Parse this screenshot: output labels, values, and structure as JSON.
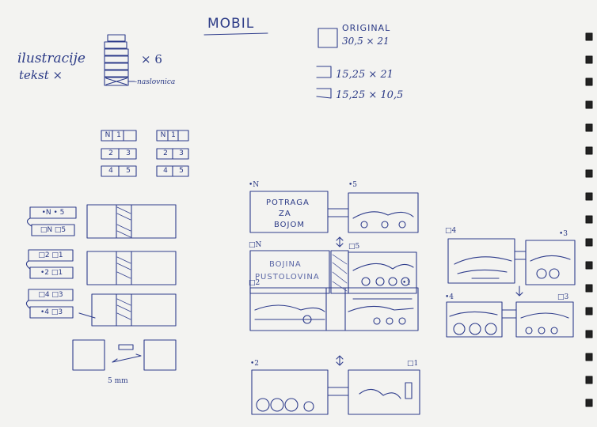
{
  "title": "MOBIL",
  "left_labels": {
    "line1": "ilustracije",
    "line2": "tekst ×"
  },
  "stack": {
    "multiplier": "× 6",
    "label": "-naslovnica"
  },
  "formats": [
    {
      "line1": "ORIGINAL",
      "line2": "30,5 × 21"
    },
    {
      "line1": "15,25 × 21"
    },
    {
      "line1": "15,25 × 10,5"
    }
  ],
  "grid_left": [
    [
      "N",
      "1"
    ],
    [
      "2",
      "3"
    ],
    [
      "4",
      "5"
    ]
  ],
  "grid_right": [
    [
      "N",
      "1"
    ],
    [
      "2",
      "3"
    ],
    [
      "4",
      "5"
    ]
  ],
  "tabs_left": [
    "•N • 5",
    "□N □5",
    "□2 □1",
    "•2 □1",
    "□4 □3",
    "•4 □3"
  ],
  "dimension_label": "5 mm",
  "spread_labels": {
    "n_dot": "•N",
    "five_dot": "•5",
    "n_sq": "□N",
    "five_sq": "□5",
    "two_sq": "□2",
    "one_dot": "•1",
    "two_dot": "•2",
    "one_sq": "□1",
    "four_sq": "□4",
    "three_dot": "•3",
    "four_dot": "•4",
    "three_sq": "□3"
  },
  "cover_text": {
    "line1": "POTRAGA",
    "line2": "ZA",
    "line3": "BOJOM"
  },
  "back_text": {
    "line1": "BOJINA",
    "line2": "PUSTOLOVINA"
  }
}
